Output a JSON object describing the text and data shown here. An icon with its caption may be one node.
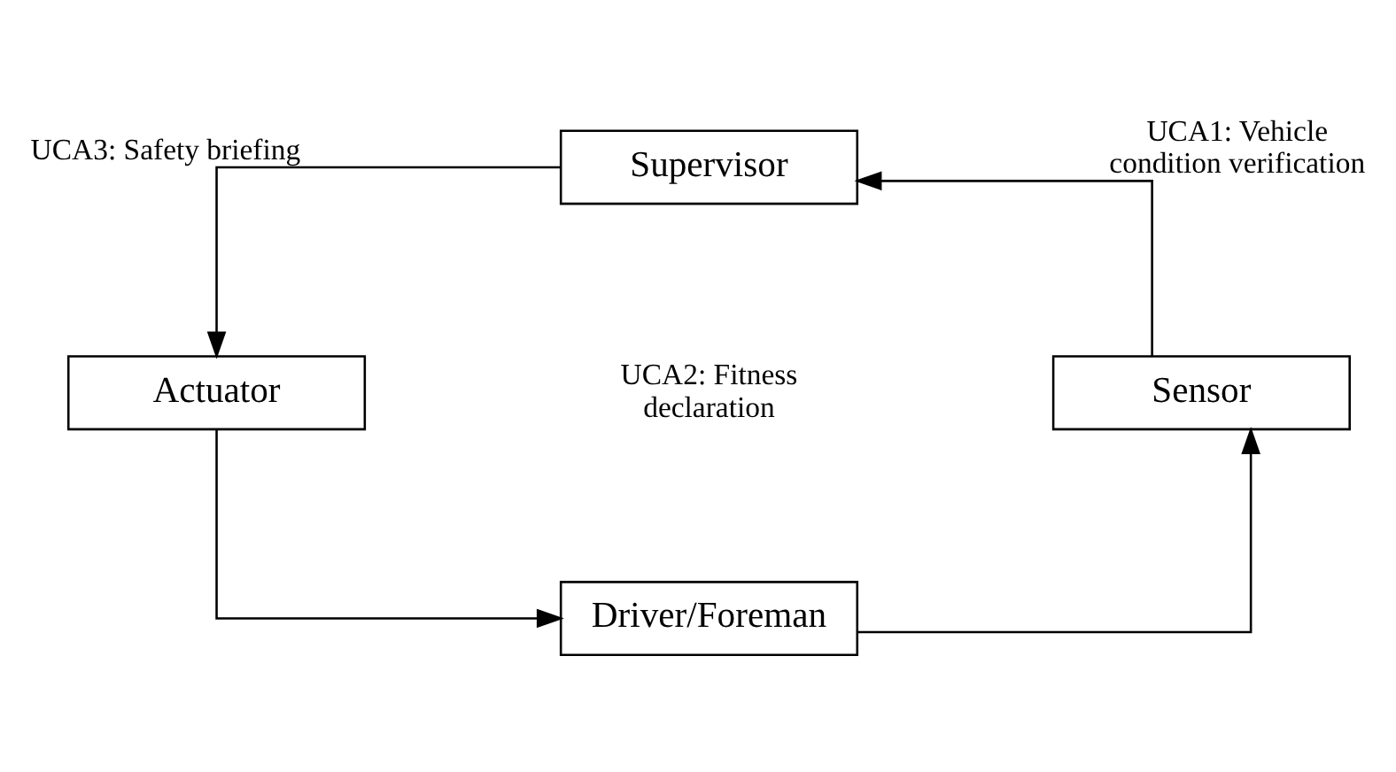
{
  "diagram": {
    "nodes": [
      {
        "text": [
          "Supervisor"
        ]
      },
      {
        "text": [
          "Actuator"
        ]
      },
      {
        "text": [
          "Sensor"
        ]
      },
      {
        "text": [
          "Driver/Foreman"
        ]
      }
    ],
    "edges": [
      {
        "from": 0,
        "to": 1,
        "arrow": "to",
        "label": "UCA3: Safety briefing"
      },
      {
        "from": 1,
        "to": 3,
        "arrow": "to"
      },
      {
        "from": 3,
        "to": 2,
        "arrow": "to"
      },
      {
        "from": 2,
        "to": 0,
        "arrow": "to",
        "label": "UCA1: Vehicle condition verification"
      }
    ],
    "labels": [
      "UCA2: Fitness declaration"
    ]
  }
}
